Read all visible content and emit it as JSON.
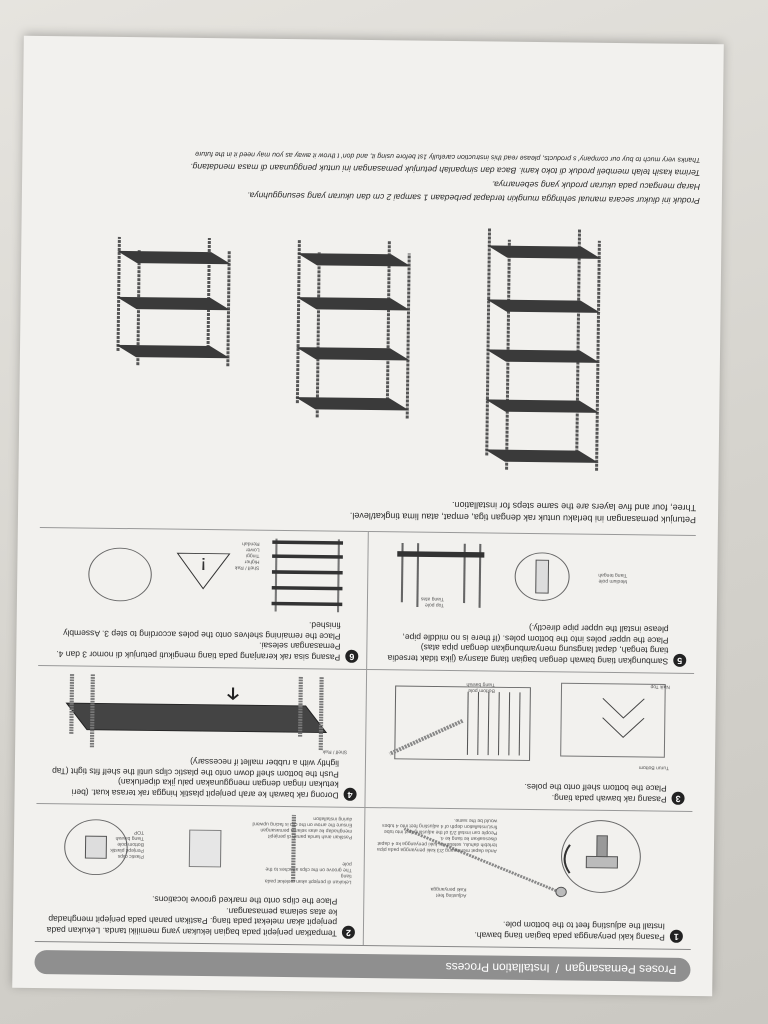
{
  "header": {
    "title_id": "Proses Pemasangan",
    "title_en": "Installation Process",
    "separator": "/"
  },
  "steps": [
    {
      "number": "1",
      "id": "Pasang kaki penyangga pada bagian tiang bawah.",
      "en": "Install the adjusting feet to the bottom pole.",
      "notes": [
        "Anda dapat memasang 2/3 kaki penyangga pada pipa terlebih dahulu, setelah itu kaki penyangga ke 4 dapat disesuaikan ke tiang ke 4.",
        "People can install 2/3 of the adjusting feet into tube first,installation depth of 4 adjusting feet into 4 tubes would be the same."
      ],
      "labels": [
        "Adjusting feet",
        "Kaki penyangga"
      ]
    },
    {
      "number": "2",
      "id": "Tempatkan penjepit pada bagian lekukan yang memiliki tanda. Lekukan pada penjepit akan melekat pada tiang. Pastikan panah pada penjepit menghadap ke atas selama pemasangan.",
      "en": "Place the clips onto the marked groove locations.",
      "notes": [
        "Lekukan di penjepit akan melekat pada tiang",
        "The groove on the clips attaches to the pole",
        "Pastikan arah tanda panah di penjepit menghadap ke atas selama pemasangan",
        "Ensure the arrow on the clip is facing upward during installation"
      ],
      "labels": [
        "Plastic clips",
        "Penjepit plastik",
        "Bottom pole",
        "Tiang bawah",
        "TOP"
      ]
    },
    {
      "number": "3",
      "id": "Pasang rak bawah pada tiang.",
      "en": "Place the bottom shelf onto the poles.",
      "labels": [
        "Turun",
        "Bottom",
        "Naik",
        "Top",
        "Bottom pole",
        "Tiang bawah"
      ]
    },
    {
      "number": "4",
      "id": "Dorong rak bawah ke arah penjepit plastik hingga rak terasa kuat. (beri ketukan ringan dengan menggunakan palu jika diperlukan)",
      "en": "Push the bottom shelf down onto the plastic clips until the shelf fits tight (Tap lightly with a rubber mallet if necessary)",
      "labels": [
        "Shelf / Rak"
      ]
    },
    {
      "number": "5",
      "id": "Sambungkan tiang bawah dengan bagian tiang atasnya (jika tidak tersedia tiang tengah, dapat langsung menyambungkan dengan pipa atas)",
      "en": "Place the upper poles into the bottom poles. (If there is no middle pipe, please install the upper pipe directly.)",
      "labels": [
        "Top pole",
        "Tiang atas",
        "Medium pole",
        "Tiang tengah"
      ]
    },
    {
      "number": "6",
      "id": "Pasang sisa rak keranjang pada tiang mengikuti petunjuk di nomor 3 dan 4. Pemasangan selesai.",
      "en": "Place the remaining shelves onto the poles according to step 3. Assembly finished.",
      "labels": [
        "Shelf / Rak",
        "Higher",
        "Tinggi",
        "Lower",
        "Rendah"
      ]
    }
  ],
  "lower": {
    "id": "Petunjuk pemasangan ini berlaku untuk rak dengan tiga, empat, atau lima tingkat/level.",
    "en": "Three, four and five layers are the same steps for installation."
  },
  "footer": {
    "measure": "Produk ini diukur secara manual sehingga mungkin terdapat perbedaan 1 sampai 2 cm dan ukuran yang sesungguhnya.",
    "hope": "Harap mengacu pada ukuran produk yang sebenarnya.",
    "thanks_id": "Terima kasih telah membeli produk di toko kami. Baca dan simpanlah petunjuk pemasangan ini untuk penggunaan di masa mendatang.",
    "thanks_en": "Thanks very much to buy our company' s products, please read this instruction carefully 1st before using it, and don' t throw it away as you may need it in the future"
  },
  "colors": {
    "paper": "#f2f1ee",
    "band": "#8f8f8f",
    "ink": "#2a2a2a",
    "wall": "#d9d7d2"
  }
}
